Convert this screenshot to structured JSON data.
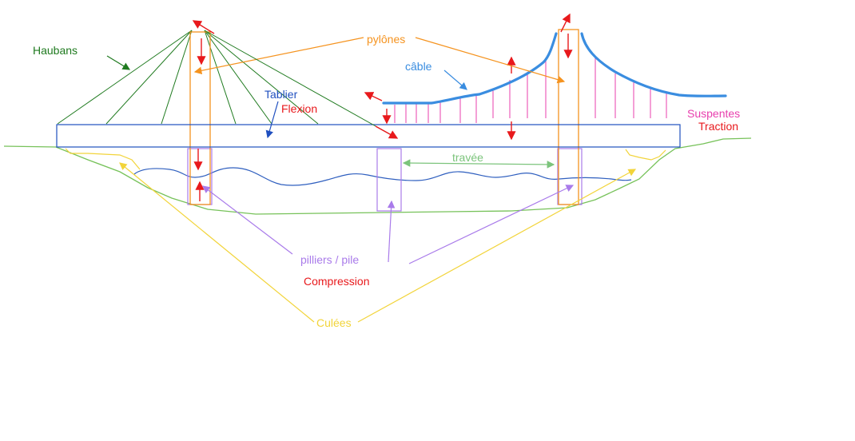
{
  "labels": {
    "haubans": "Haubans",
    "pylones": "pylônes",
    "cable": "câble",
    "tablier": "Tablier",
    "flexion": "Flexion",
    "suspentes": "Suspentes",
    "traction": "Traction",
    "travee": "travée",
    "pilliers": "pilliers / pile",
    "compression": "Compression",
    "culees": "Culées"
  },
  "colors": {
    "haubans": "#1f7a1f",
    "pylones": "#f5931f",
    "cable": "#3a8de0",
    "tablier": "#1f4fbf",
    "force": "#e8191c",
    "suspentes": "#e83fae",
    "travee": "#7cc47c",
    "pilliers": "#a97bea",
    "culees": "#f2d43a",
    "ground": "#77c25a",
    "water": "#2f5fbf"
  }
}
